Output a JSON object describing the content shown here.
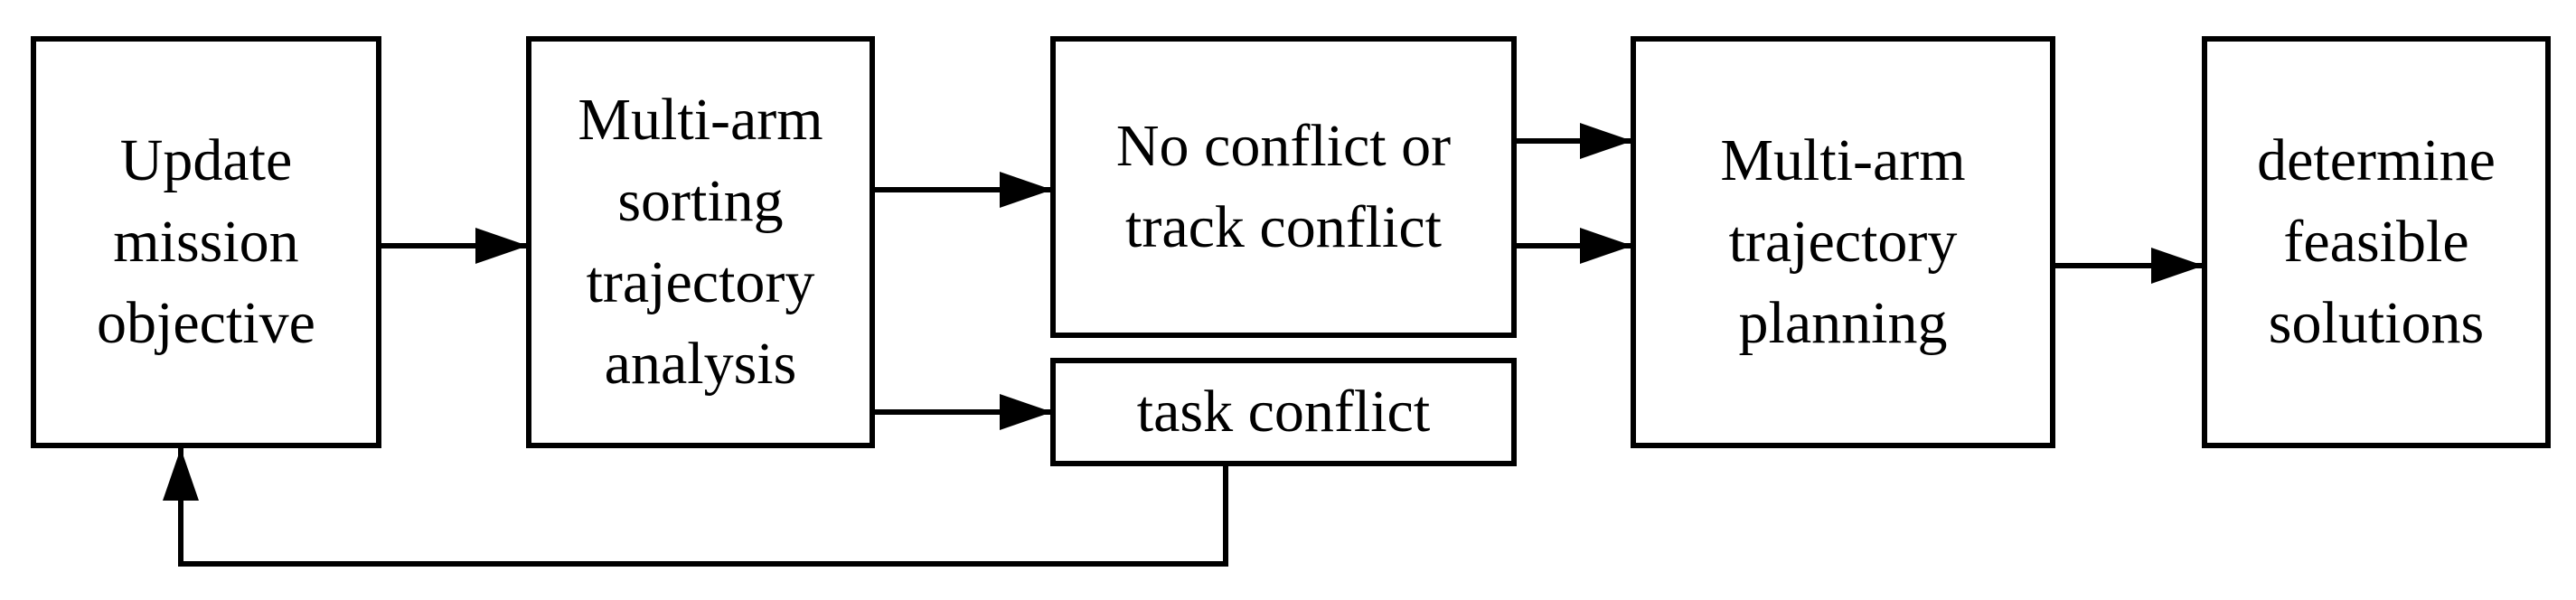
{
  "boxes": {
    "update": [
      "Update",
      "mission",
      "objective"
    ],
    "sorting": [
      "Multi-arm",
      "sorting",
      "trajectory",
      "analysis"
    ],
    "no_conflict": [
      "No conflict or",
      "track conflict"
    ],
    "task_conflict": [
      "task conflict"
    ],
    "planning": [
      "Multi-arm",
      "trajectory",
      "planning"
    ],
    "determine": [
      "determine",
      "feasible",
      "solutions"
    ]
  },
  "colors": {
    "stroke": "#000000",
    "background": "#ffffff"
  }
}
